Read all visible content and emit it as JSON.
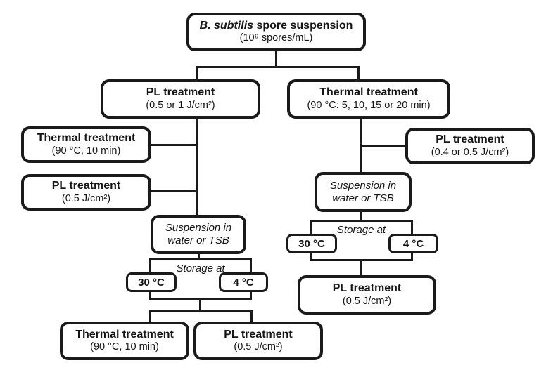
{
  "diagram": {
    "title": "B. subtilis spore treatment flowchart",
    "colors": {
      "line": "#1a1a1a",
      "background": "#ffffff",
      "text": "#161616"
    },
    "root": {
      "title_italic": "B. subtilis",
      "title_rest": " spore suspension",
      "subtitle": "(10⁹ spores/mL)"
    },
    "left_branch": {
      "treatment": {
        "title": "PL treatment",
        "subtitle": "(0.5 or 1 J/cm²)"
      },
      "side1": {
        "title": "Thermal treatment",
        "subtitle": "(90 °C, 10 min)"
      },
      "side2": {
        "title": "PL treatment",
        "subtitle": "(0.5 J/cm²)"
      },
      "suspension": {
        "line1": "Suspension in",
        "line2": "water or TSB"
      },
      "storage": {
        "label": "Storage at",
        "temp1": "30 °C",
        "temp2": "4 °C"
      },
      "final1": {
        "title": "Thermal treatment",
        "subtitle": "(90 °C, 10 min)"
      },
      "final2": {
        "title": "PL treatment",
        "subtitle": "(0.5 J/cm²)"
      }
    },
    "right_branch": {
      "treatment": {
        "title": "Thermal treatment",
        "subtitle": "(90 °C: 5, 10, 15 or 20 min)"
      },
      "side1": {
        "title": "PL treatment",
        "subtitle": "(0.4 or 0.5 J/cm²)"
      },
      "suspension": {
        "line1": "Suspension in",
        "line2": "water or TSB"
      },
      "storage": {
        "label": "Storage at",
        "temp1": "30 °C",
        "temp2": "4 °C"
      },
      "final1": {
        "title": "PL treatment",
        "subtitle": "(0.5 J/cm²)"
      }
    }
  }
}
